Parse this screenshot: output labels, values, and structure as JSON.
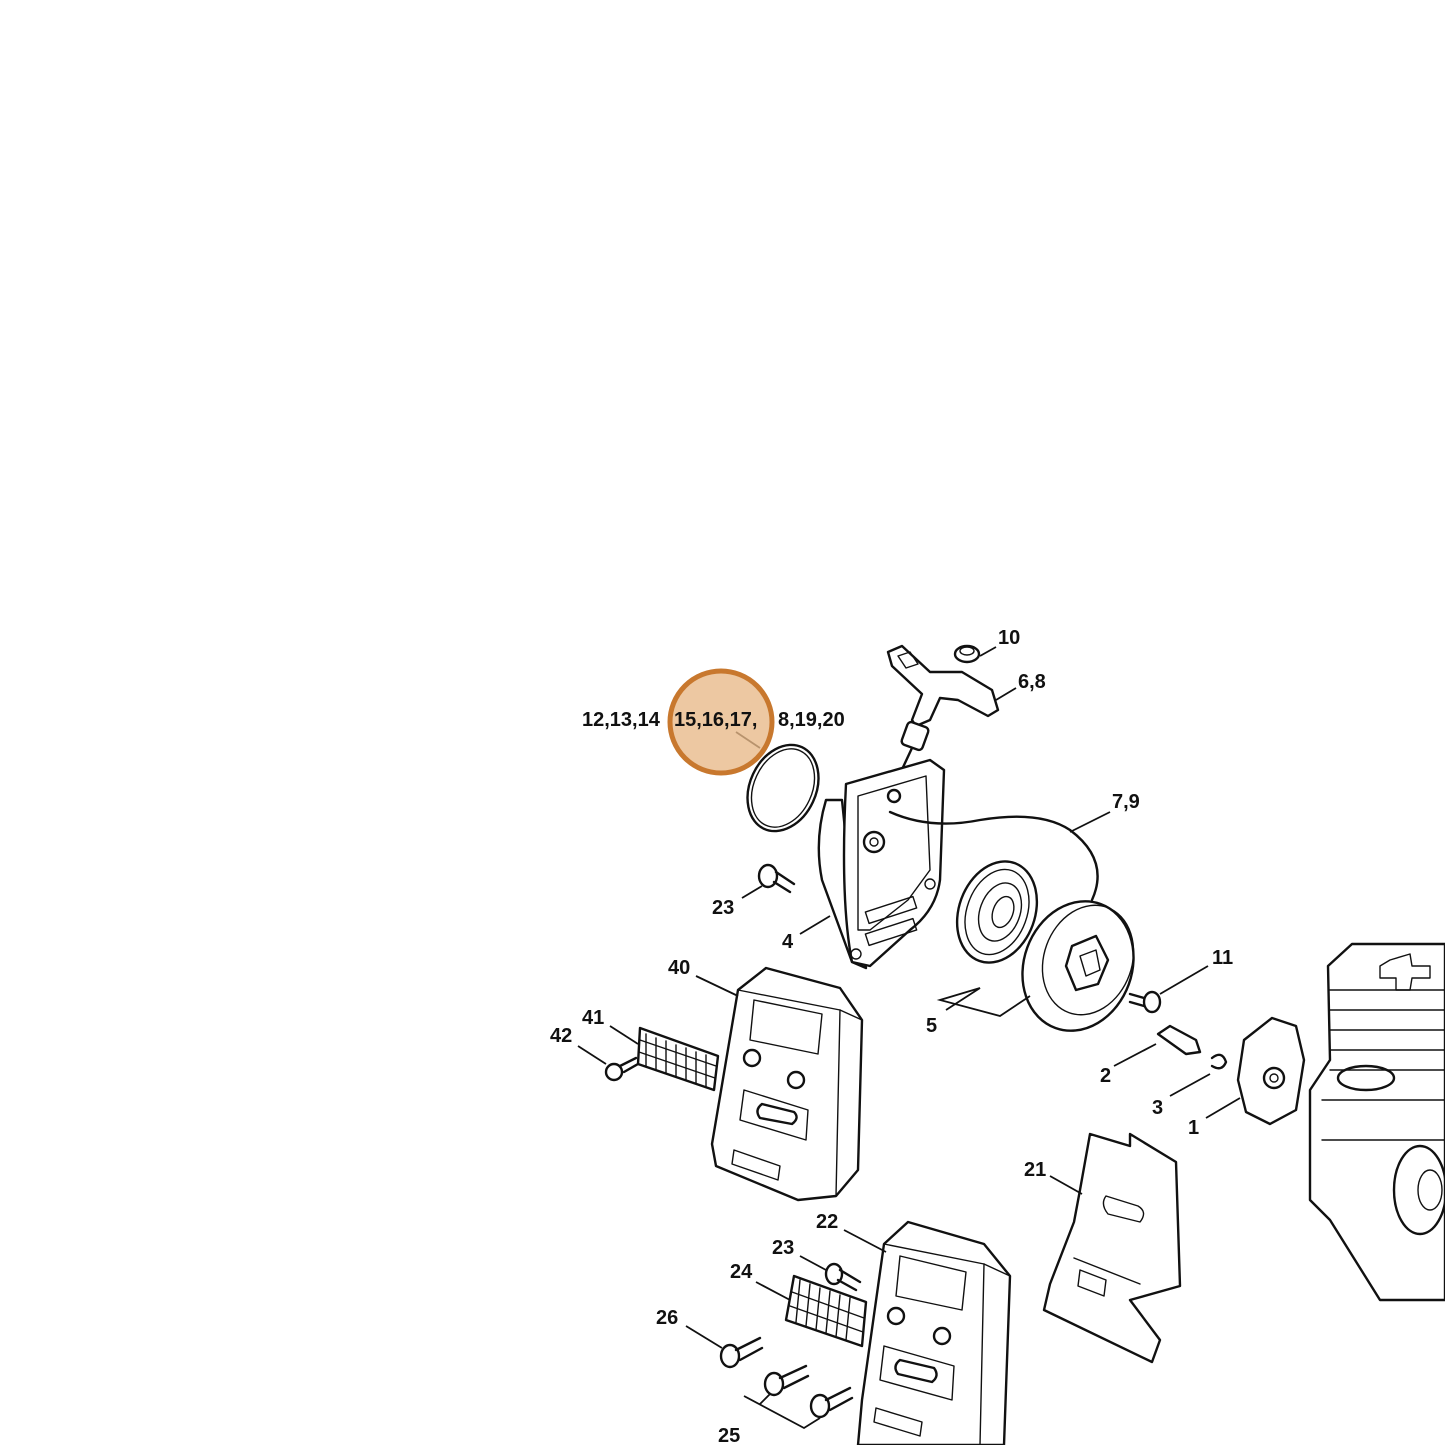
{
  "diagram": {
    "highlight_color": "#e8b888",
    "highlight_ring_color": "#c8782e",
    "labels": {
      "p10": "10",
      "p6_8": "6,8",
      "p12_20_a": "12,13,14",
      "p12_20_b": "15,16,17,",
      "p12_20_c": "8,19,20",
      "p7_9": "7,9",
      "p23_top": "23",
      "p4": "4",
      "p40": "40",
      "p11": "11",
      "p5": "5",
      "p41": "41",
      "p42": "42",
      "p2": "2",
      "p3": "3",
      "p1": "1",
      "p21": "21",
      "p22": "22",
      "p23_bottom": "23",
      "p24": "24",
      "p26": "26",
      "p25": "25"
    }
  }
}
